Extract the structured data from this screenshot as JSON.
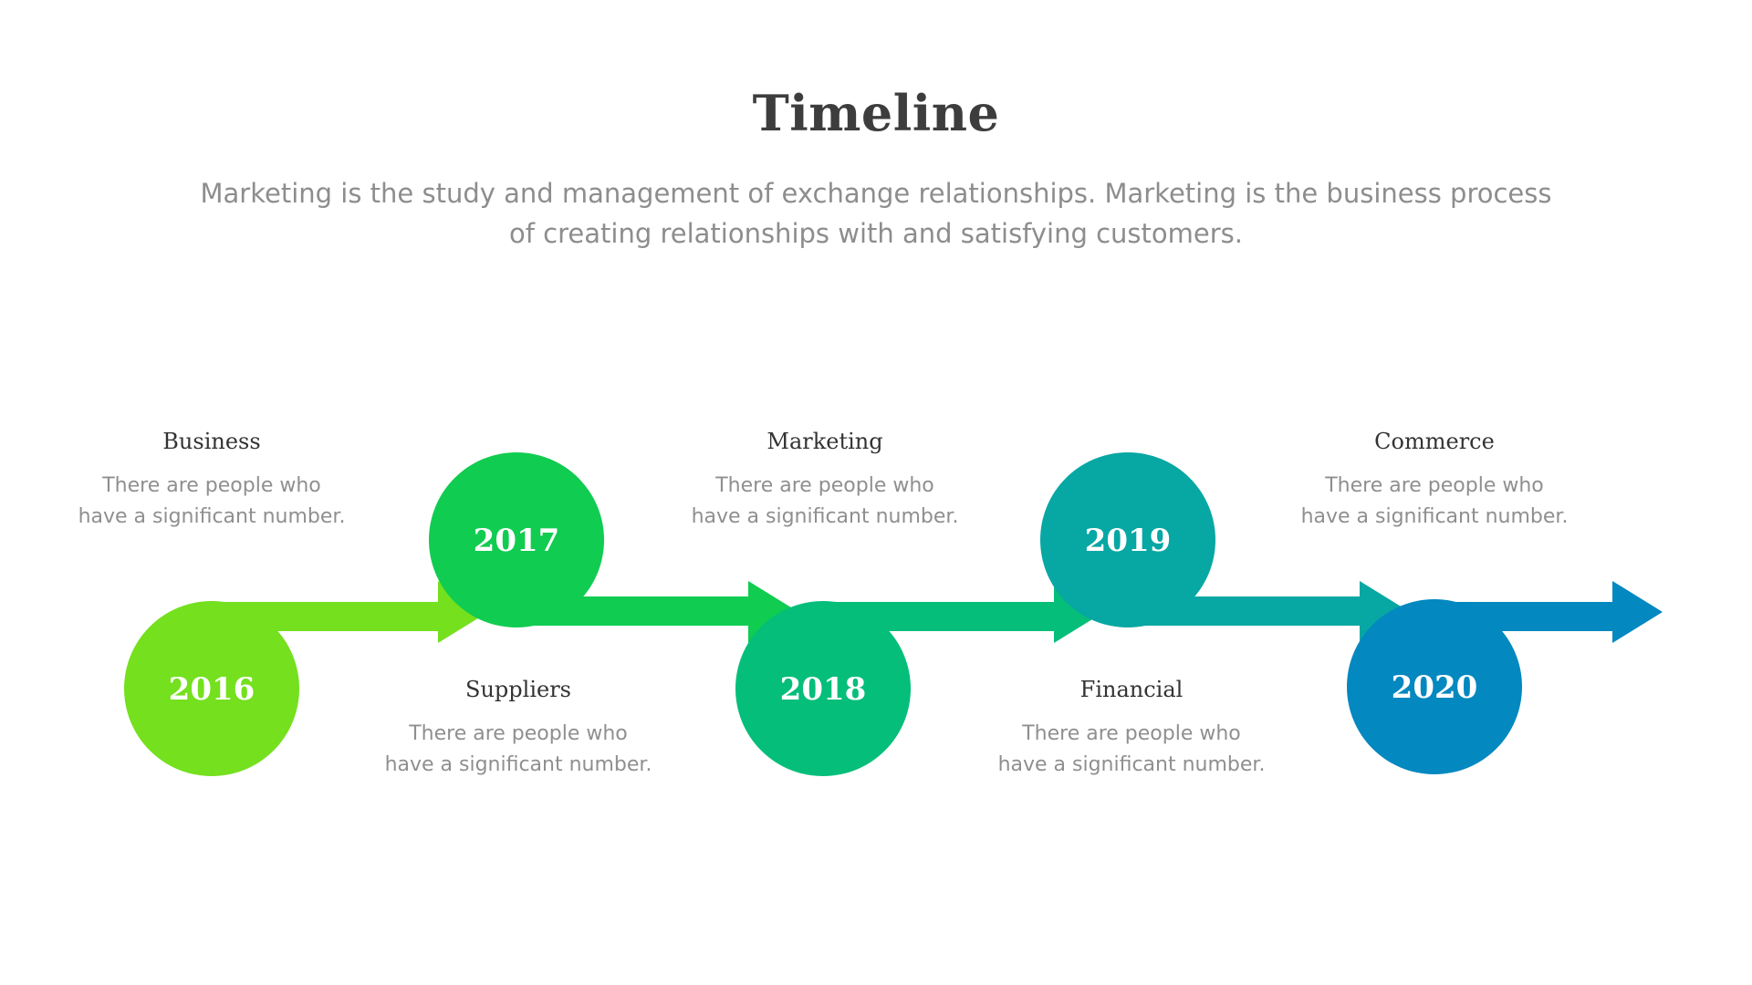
{
  "title": "Timeline",
  "subtitle": "Marketing is the study and management of exchange relationships. Marketing is the business process of creating relationships with and satisfying customers.",
  "milestones": [
    {
      "year": "2016",
      "heading": "Business",
      "description": "There are people who have a significant number.",
      "color": "#74E01E"
    },
    {
      "year": "2017",
      "heading": "Suppliers",
      "description": "There are people who have a significant number.",
      "color": "#10CC50"
    },
    {
      "year": "2018",
      "heading": "Marketing",
      "description": "There are people who have a significant number.",
      "color": "#05BE7A"
    },
    {
      "year": "2019",
      "heading": "Financial",
      "description": "There are people who have a significant number.",
      "color": "#07A7A3"
    },
    {
      "year": "2020",
      "heading": "Commerce",
      "description": "There are people who have a significant number.",
      "color": "#0388C0"
    }
  ]
}
